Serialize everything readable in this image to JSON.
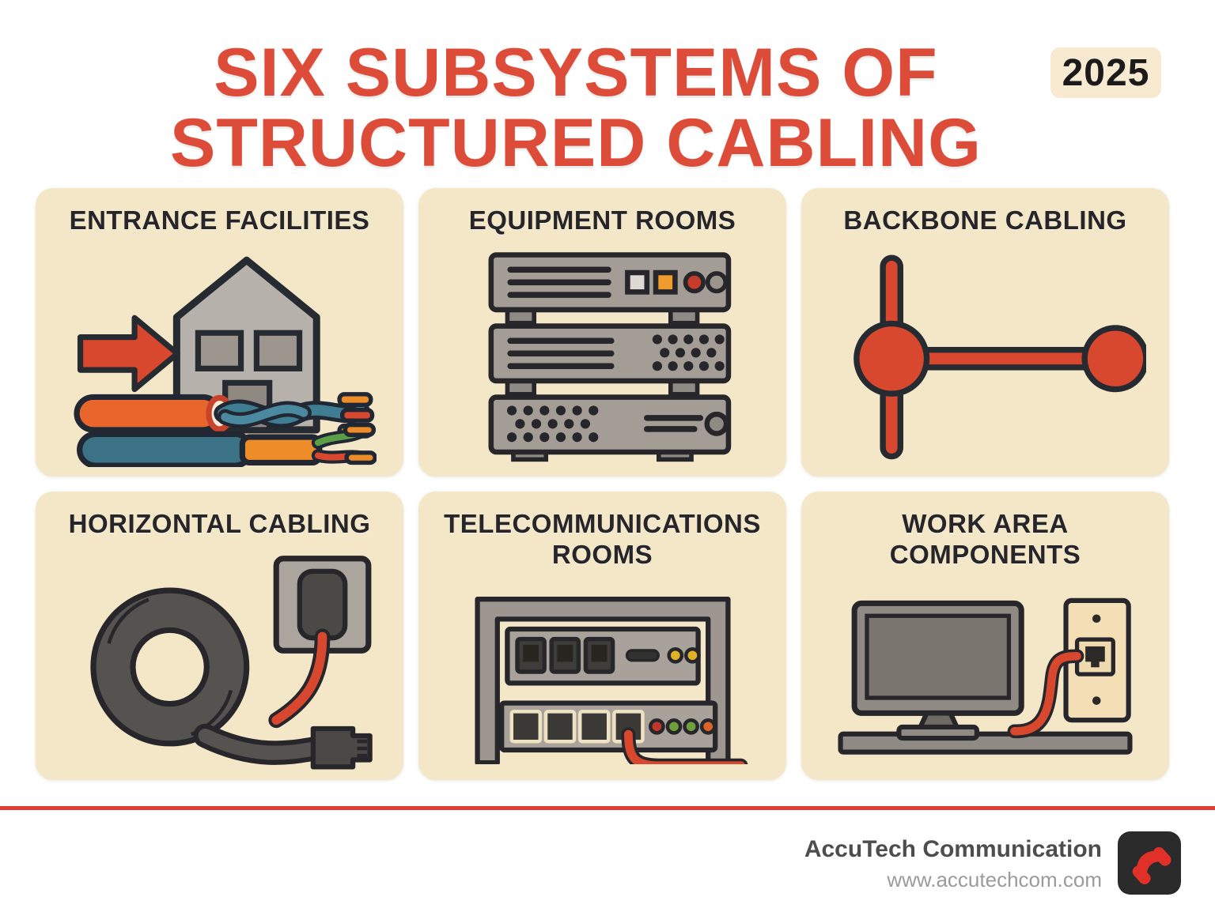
{
  "title": {
    "line1": "SIX SUBSYSTEMS OF",
    "line2": "STRUCTURED CABLING"
  },
  "year": "2025",
  "panels": [
    {
      "label": "ENTRANCE FACILITIES",
      "icon": "entrance-facilities-icon"
    },
    {
      "label": "EQUIPMENT ROOMS",
      "icon": "server-rack-icon"
    },
    {
      "label": "BACKBONE CABLING",
      "icon": "backbone-topology-icon"
    },
    {
      "label": "HORIZONTAL CABLING",
      "icon": "coiled-cable-wall-outlet-icon"
    },
    {
      "label": "TELECOMMUNICATIONS\nROOMS",
      "icon": "patch-panel-rack-icon"
    },
    {
      "label": "WORK AREA\nCOMPONENTS",
      "icon": "desktop-wall-jack-icon"
    }
  ],
  "footer": {
    "brand": "AccuTech Communication",
    "website": "www.accutechcom.com",
    "phone_icon": "phone-icon"
  },
  "colors": {
    "title_red": "#dd4c38",
    "accent_red": "#d8482e",
    "panel_background": "#f4e7c8",
    "heading_text": "#26262a",
    "outline_dark": "#262a31",
    "cable_orange": "#e8662c",
    "cable_teal": "#3c7285",
    "equipment_gray": "#a39d96",
    "led_yellow": "#e2b226",
    "led_green": "#6f9e3c",
    "footer_rule": "#e23a2e",
    "footer_brand": "#4d4d4d",
    "footer_url": "#9b9b9b",
    "phone_badge_bg": "#2b2b2b"
  }
}
